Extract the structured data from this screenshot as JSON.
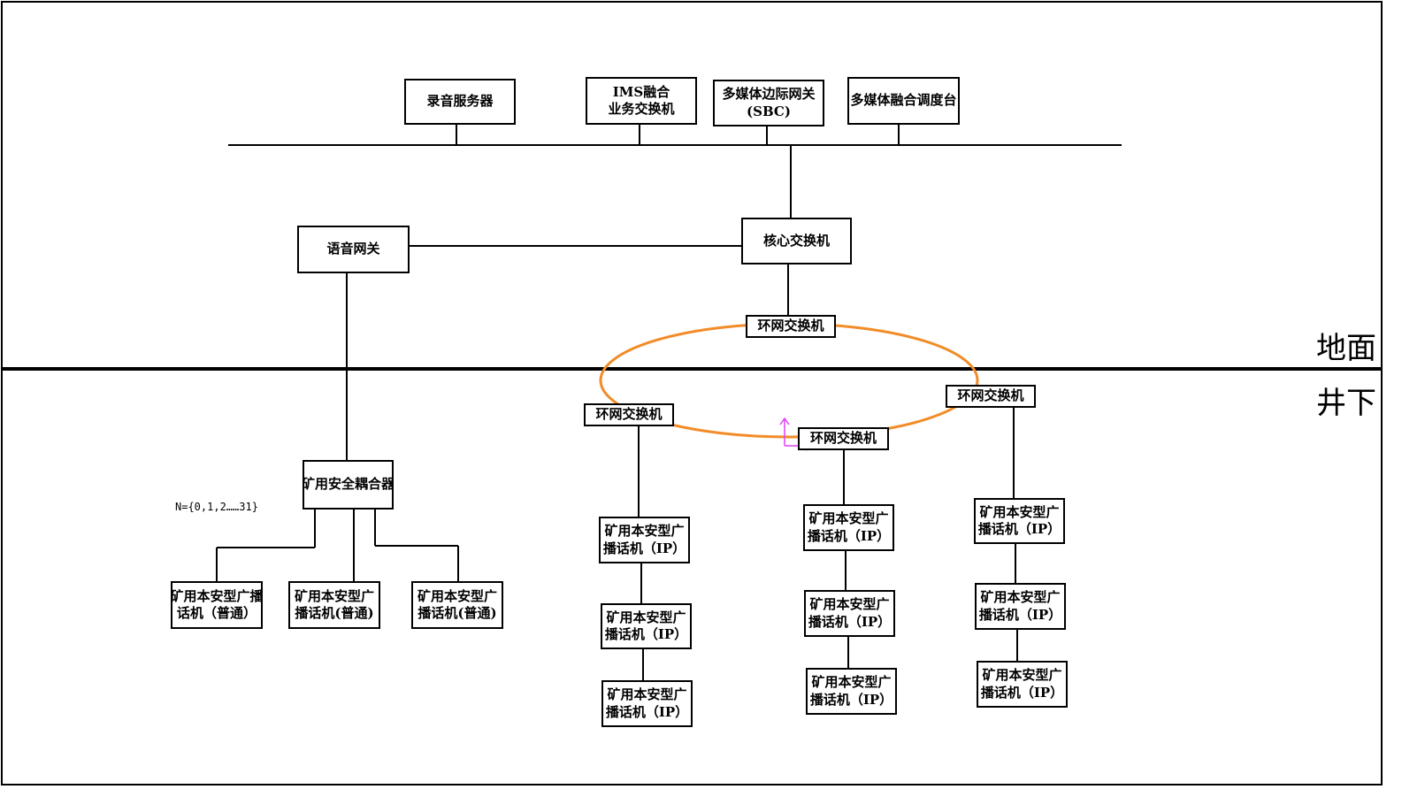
{
  "zones": {
    "surface": "地面",
    "underground": "井下"
  },
  "note": "N={0,1,2……31}",
  "nodes": {
    "recorder": [
      "录音服务器"
    ],
    "ims": [
      "IMS融合",
      "业务交换机"
    ],
    "sbc": [
      "多媒体边际网关",
      "(SBC)"
    ],
    "dispatch": [
      "多媒体融合调度台"
    ],
    "core": [
      "核心交换机"
    ],
    "voice_gw": [
      "语音网关"
    ],
    "ring_top": [
      "环网交换机"
    ],
    "ring_left": [
      "环网交换机"
    ],
    "ring_mid": [
      "环网交换机"
    ],
    "ring_right": [
      "环网交换机"
    ],
    "coupler": [
      "矿用安全耦合器"
    ],
    "bc_n1": [
      "矿用本安型广播",
      "话机（普通）"
    ],
    "bc_n2": [
      "矿用本安型广",
      "播话机(普通)"
    ],
    "bc_n3": [
      "矿用本安型广",
      "播话机(普通)"
    ],
    "ip_l1": [
      "矿用本安型广",
      "播话机（IP）"
    ],
    "ip_l2": [
      "矿用本安型广",
      "播话机（IP）"
    ],
    "ip_l3": [
      "矿用本安型广",
      "播话机（IP）"
    ],
    "ip_m1": [
      "矿用本安型广",
      "播话机（IP）"
    ],
    "ip_m2": [
      "矿用本安型广",
      "播话机（IP）"
    ],
    "ip_m3": [
      "矿用本安型广",
      "播话机（IP）"
    ],
    "ip_r1": [
      "矿用本安型广",
      "播话机（IP）"
    ],
    "ip_r2": [
      "矿用本安型广",
      "播话机（IP）"
    ],
    "ip_r3": [
      "矿用本安型广",
      "播话机（IP）"
    ]
  },
  "colors": {
    "ring": "#F28C28",
    "marker": "#E040FB",
    "line": "#000000"
  }
}
